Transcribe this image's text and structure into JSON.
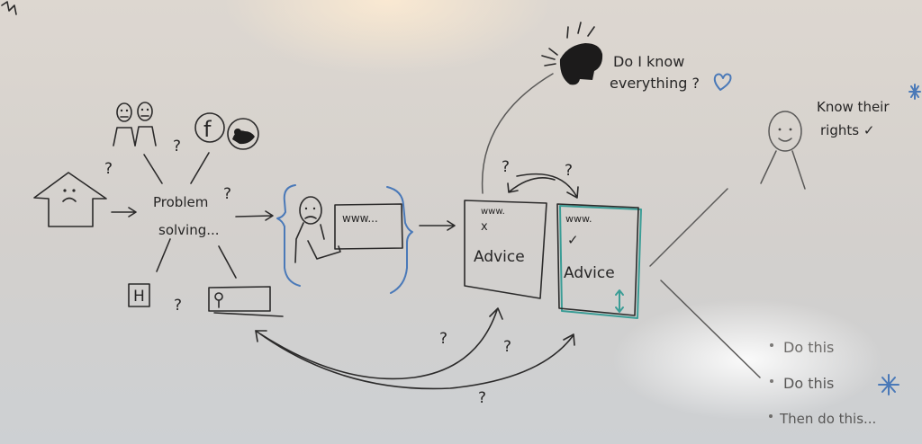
{
  "problem_label": {
    "line1": "Problem",
    "line2": "solving..."
  },
  "question_mark": "?",
  "box_h_letter": "H",
  "logo_f_letter": "f",
  "browser_url": "www...",
  "advice_box_1": {
    "url": "www.",
    "mark": "x",
    "label": "Advice"
  },
  "advice_box_2": {
    "url": "www.",
    "mark": "✓",
    "label": "Advice"
  },
  "thought": {
    "line1": "Do I know",
    "line2": "everything ?"
  },
  "rights": {
    "line1": "Know their",
    "line2": "rights ✓"
  },
  "todo": [
    "Do this",
    "Do this",
    "Then do this..."
  ],
  "colors": {
    "ink": "#2b2a2a",
    "blue": "#4a79b8",
    "teal": "#3b9d96",
    "whiteboard": "#d6d2ce"
  }
}
